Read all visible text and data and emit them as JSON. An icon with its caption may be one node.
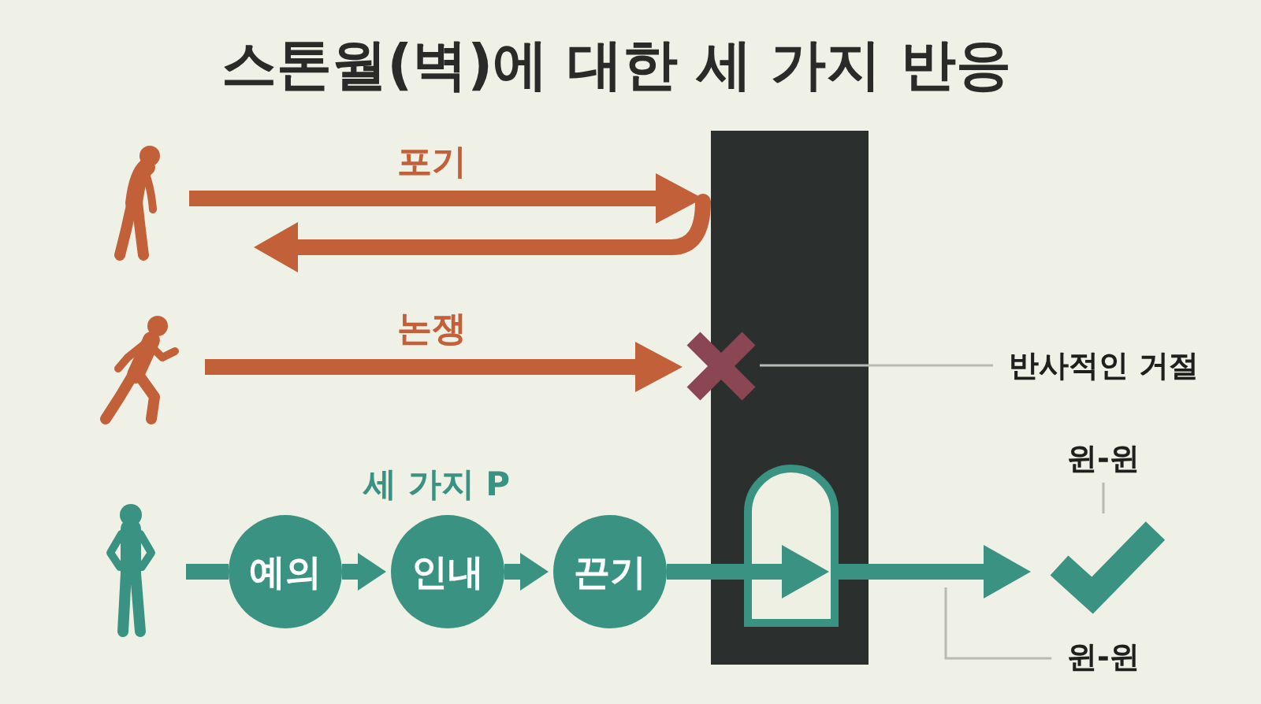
{
  "diagram": {
    "title": "스톤월(벽)에 대한 세 가지 반응",
    "nodes": [
      {
        "text": [],
        "shape": "person"
      },
      {
        "text": [],
        "shape": "box"
      },
      {
        "text": [],
        "shape": "person"
      },
      {
        "text": [],
        "shape": "cross"
      },
      {
        "text": [
          "반사적인 거절"
        ]
      },
      {
        "text": [],
        "shape": "person"
      },
      {
        "text": [
          "예의"
        ]
      },
      {
        "text": [
          "인내"
        ]
      },
      {
        "text": [
          "끈기"
        ]
      },
      {
        "text": [],
        "shape": "arch",
        "in": 1
      },
      {
        "text": [],
        "shape": "check"
      },
      {
        "text": [
          "윈-윈"
        ]
      },
      {
        "text": [
          "윈-윈"
        ]
      }
    ],
    "edges": [
      {
        "from": 0,
        "to": 1,
        "arrow": "to",
        "label": "포기",
        "color": "#c2603a"
      },
      {
        "from": 1,
        "to": null,
        "arrow": "to",
        "color": "#c2603a"
      },
      {
        "from": 2,
        "to": 3,
        "arrow": "to",
        "label": "논쟁",
        "color": "#c2603a"
      },
      {
        "from": 4,
        "to": 3,
        "arrow": "none",
        "color": "#b9bab3"
      },
      {
        "from": 5,
        "to": 6,
        "arrow": "none"
      },
      {
        "from": 6,
        "to": 7,
        "arrow": "to"
      },
      {
        "from": 7,
        "to": 8,
        "arrow": "to"
      },
      {
        "from": 8,
        "to": 9,
        "arrow": "to"
      },
      {
        "from": 9,
        "to": 10,
        "arrow": "to"
      },
      {
        "from": 11,
        "to": 10,
        "arrow": "none",
        "color": "#b9bab3"
      },
      {
        "from": 12,
        "to": null,
        "arrow": "none",
        "color": "#b9bab3"
      }
    ],
    "labels": [
      "세 가지 P"
    ]
  }
}
